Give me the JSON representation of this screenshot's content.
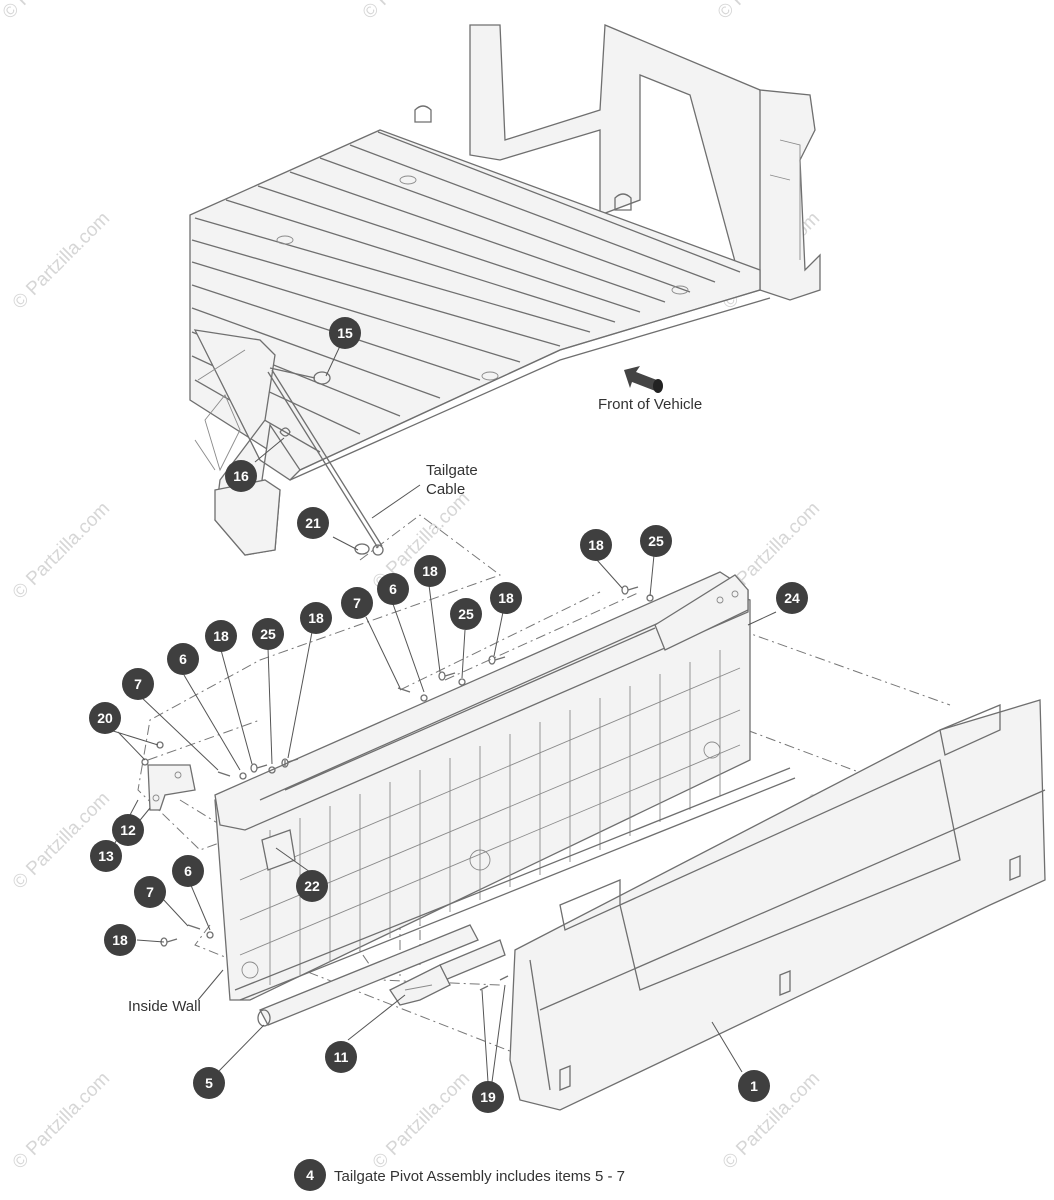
{
  "watermark": "© Partzilla.com",
  "callouts": {
    "c1": "1",
    "c5": "5",
    "c6a": "6",
    "c6b": "6",
    "c6c": "6",
    "c7a": "7",
    "c7b": "7",
    "c7c": "7",
    "c11": "11",
    "c12": "12",
    "c13": "13",
    "c15": "15",
    "c16": "16",
    "c18a": "18",
    "c18b": "18",
    "c18c": "18",
    "c18d": "18",
    "c18e": "18",
    "c18f": "18",
    "c19": "19",
    "c20": "20",
    "c21": "21",
    "c22": "22",
    "c24": "24",
    "c25a": "25",
    "c25b": "25",
    "c25c": "25"
  },
  "labels": {
    "front_of_vehicle": "Front of Vehicle",
    "tailgate_cable_1": "Tailgate",
    "tailgate_cable_2": "Cable",
    "inside_wall": "Inside Wall"
  },
  "note": {
    "number": "4",
    "text": "Tailgate Pivot Assembly includes items 5 - 7"
  }
}
